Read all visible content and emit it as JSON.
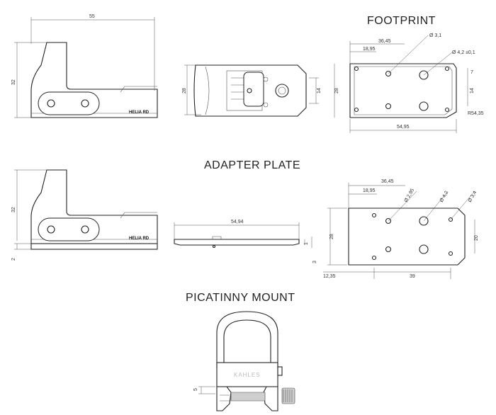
{
  "titles": {
    "footprint": "FOOTPRINT",
    "adapter_plate": "ADAPTER PLATE",
    "picatinny_mount": "PICATINNY MOUNT"
  },
  "sight_label": "HELIA RD",
  "mount_brand": "KAHLES",
  "side_view": {
    "length": "55",
    "height": "32"
  },
  "top_view": {
    "width": "28",
    "right_dim": "14"
  },
  "footprint": {
    "dim_36_45": "36,45",
    "dim_18_95": "18,95",
    "hole_d31": "Ø 3,1",
    "hole_d42": "Ø 4,2 ±0,1",
    "width": "28",
    "side_7": "7",
    "side_14": "14",
    "corner_r": "R54,35",
    "length": "54,95"
  },
  "adapter_side": {
    "height": "32",
    "base": "2"
  },
  "adapter_plate_side": {
    "length": "54,94",
    "thick_1": "1",
    "thick_3": "3"
  },
  "adapter_plate_top": {
    "dim_36_45": "36,45",
    "dim_18_95": "18,95",
    "hole_295": "Ø 2,95",
    "hole_42": "Ø 4,2",
    "hole_34": "Ø 3,4",
    "width": "28",
    "side_20": "20",
    "offset": "12,35",
    "spacing": "39"
  },
  "picatinny": {
    "height": "5"
  }
}
